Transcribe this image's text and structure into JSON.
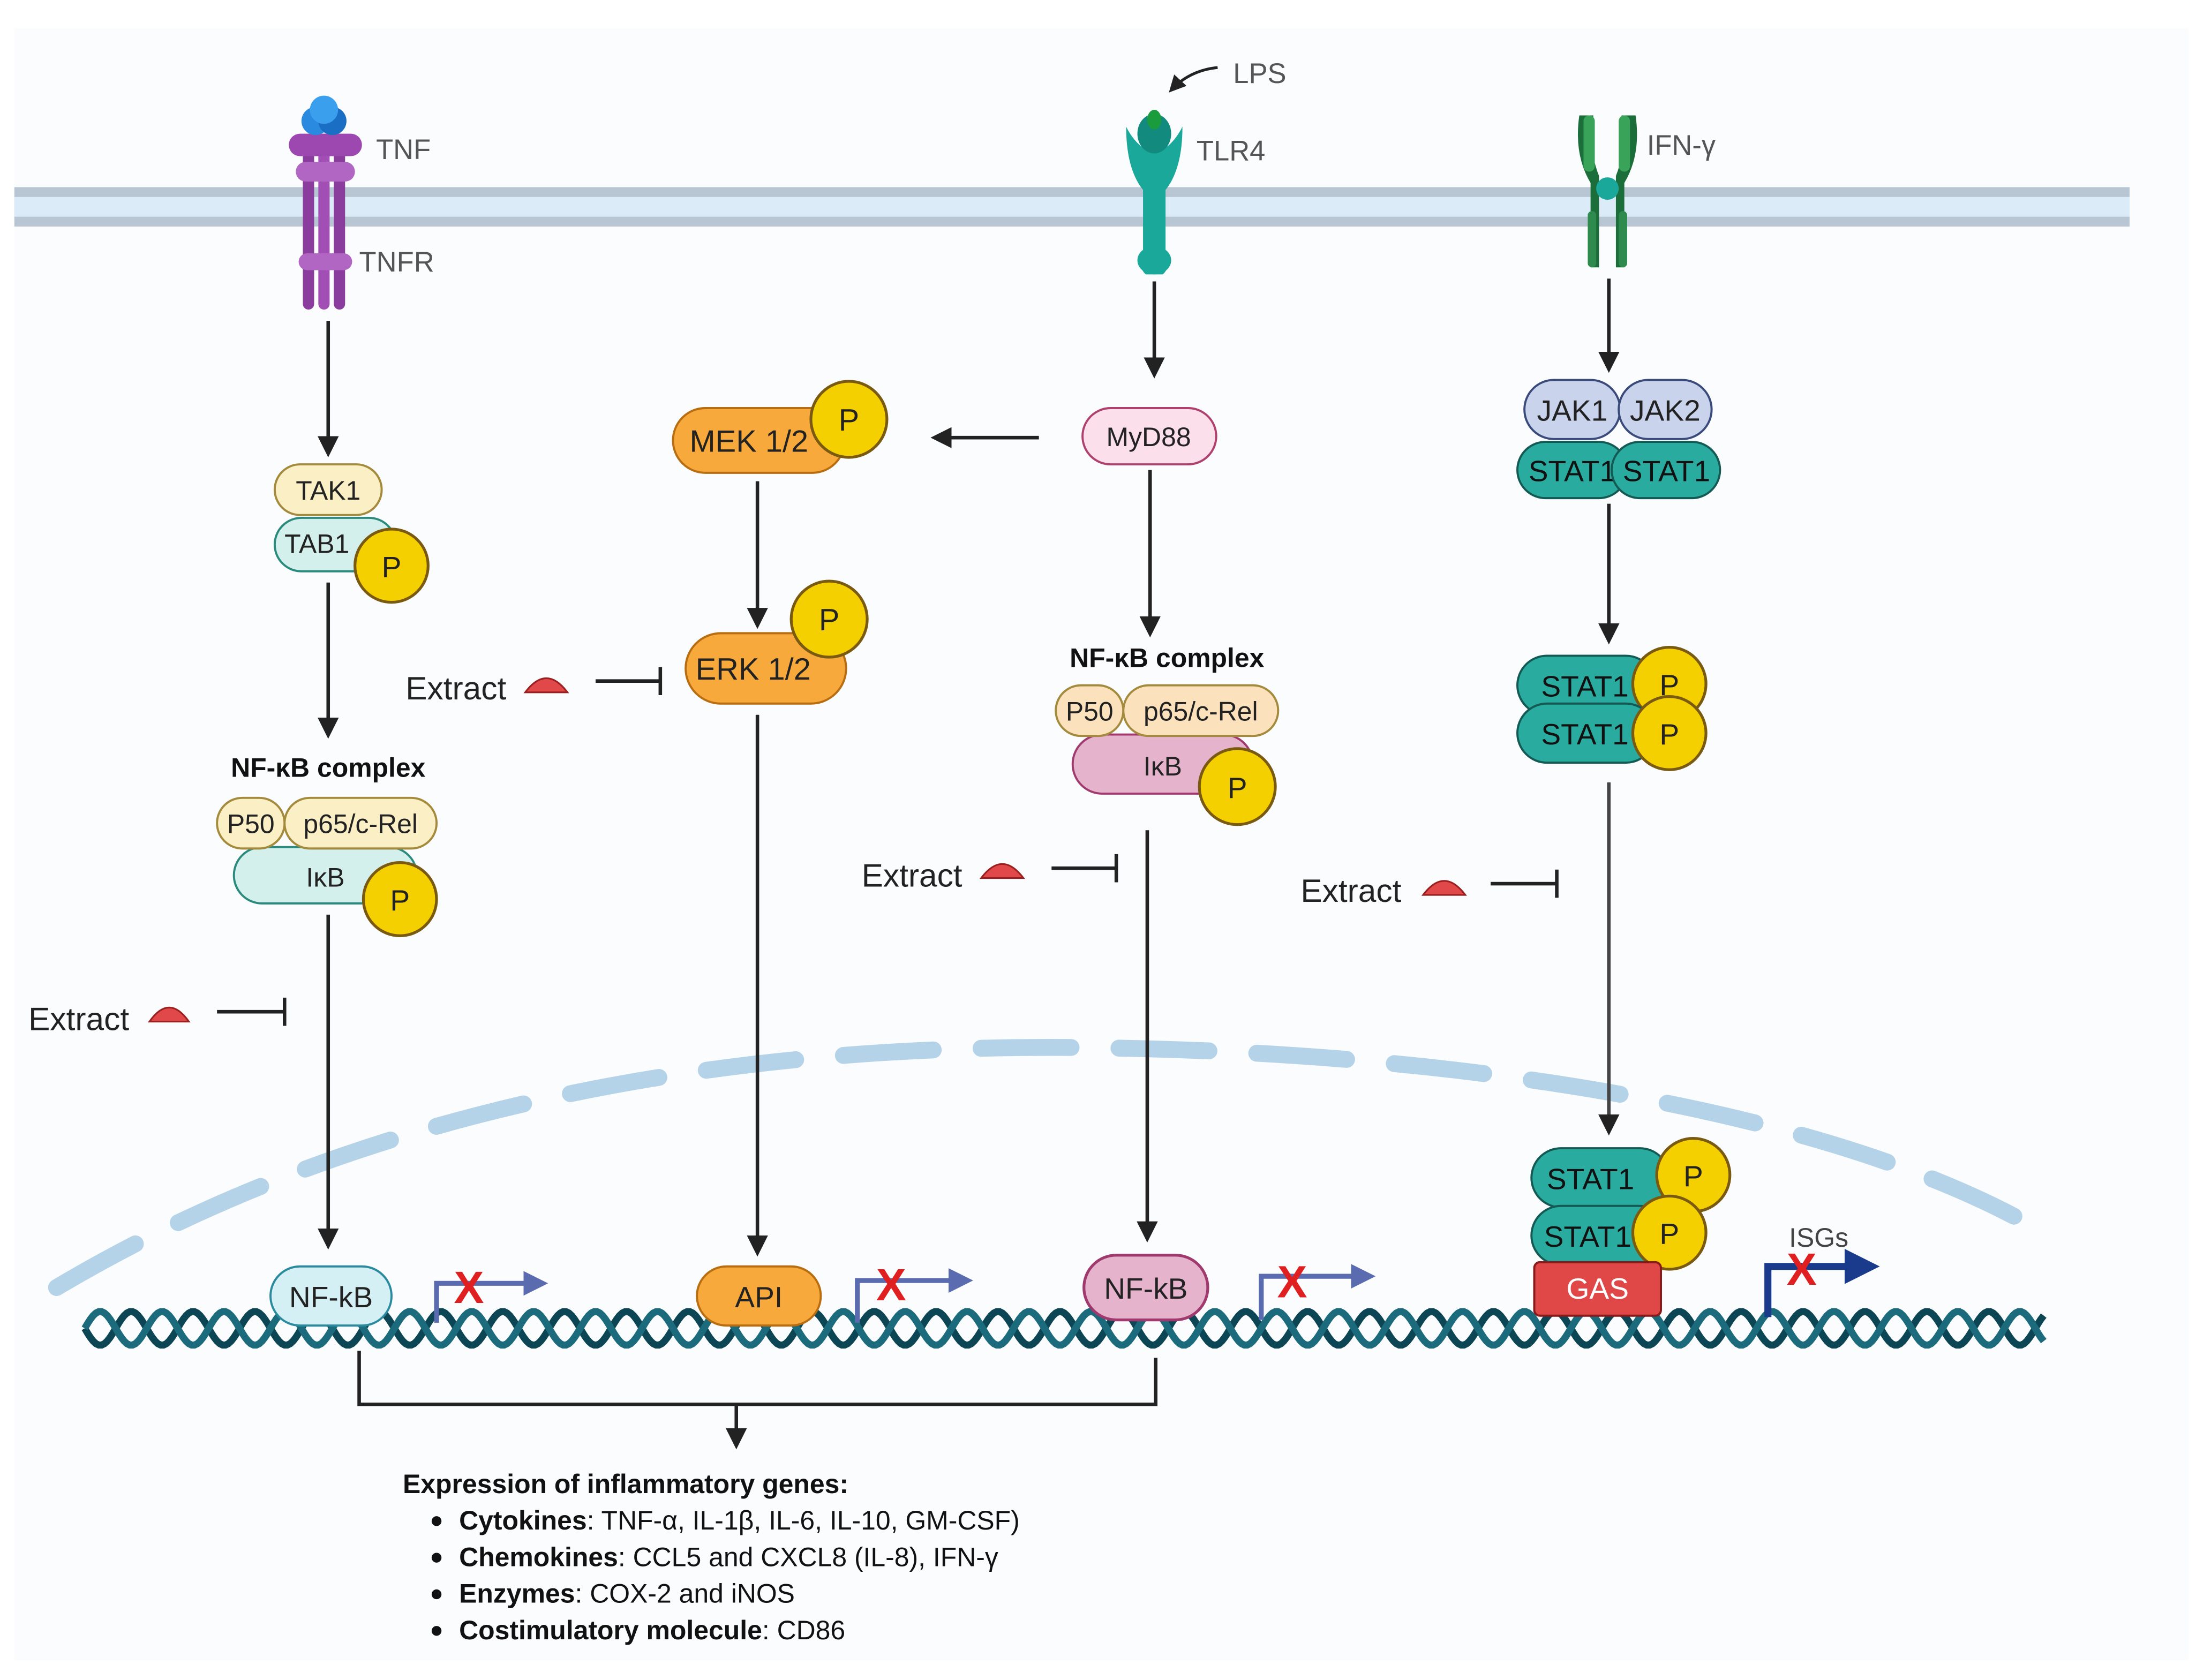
{
  "receptors": {
    "tnf_ligand": "TNF",
    "tnfr": "TNFR",
    "lps": "LPS",
    "tlr4": "TLR4",
    "ifng": "IFN-γ"
  },
  "tnf_path": {
    "tak1": "TAK1",
    "tab1": "TAB1",
    "complex_title": "NF-κB complex",
    "p50": "P50",
    "p65": "p65/c-Rel",
    "ikb": "IκB",
    "nucleus_tf": "NF-kB"
  },
  "mapk_path": {
    "mek": "MEK 1/2",
    "erk": "ERK 1/2",
    "nucleus_tf": "API"
  },
  "tlr_path": {
    "myd88": "MyD88",
    "complex_title": "NF-κB complex",
    "p50": "P50",
    "p65": "p65/c-Rel",
    "ikb": "IκB",
    "nucleus_tf": "NF-kB"
  },
  "ifn_path": {
    "jak1": "JAK1",
    "jak2": "JAK2",
    "stat1": "STAT1",
    "gas": "GAS",
    "isgs": "ISGs"
  },
  "phospho_label": "P",
  "inhibitor_label": "Extract",
  "block_mark": "X",
  "expression": {
    "title": "Expression of inflammatory genes:",
    "items": [
      {
        "term": "Cytokines",
        "sep": ":",
        "text": " TNF-α, IL-1β, IL-6, IL-10, GM-CSF)"
      },
      {
        "term": "Chemokines",
        "sep": ":",
        "text": " CCL5 and CXCL8 (IL-8), IFN-γ"
      },
      {
        "term": "Enzymes",
        "sep": ":",
        "text": " COX-2 and iNOS"
      },
      {
        "term": "Costimulatory molecule",
        "sep": ":",
        "text": " CD86"
      }
    ]
  },
  "colors": {
    "membrane": "#b8c6d4",
    "membrane_inner": "#dcebf8",
    "phospho": "#f5d000",
    "mapk_orange": "#f7a93b",
    "stat_teal": "#2aaba0",
    "jak_lavender": "#c9d3ec",
    "ikb_pink": "#e6b3cd",
    "nfkb_blue": "#d4f0f5",
    "complex_cream": "#fbefc6",
    "dna": "#0c4553",
    "gas_red": "#e04848",
    "extract_red": "#e0484a",
    "block_x": "#e02020",
    "arrow_blue": "#5a6bb0"
  }
}
